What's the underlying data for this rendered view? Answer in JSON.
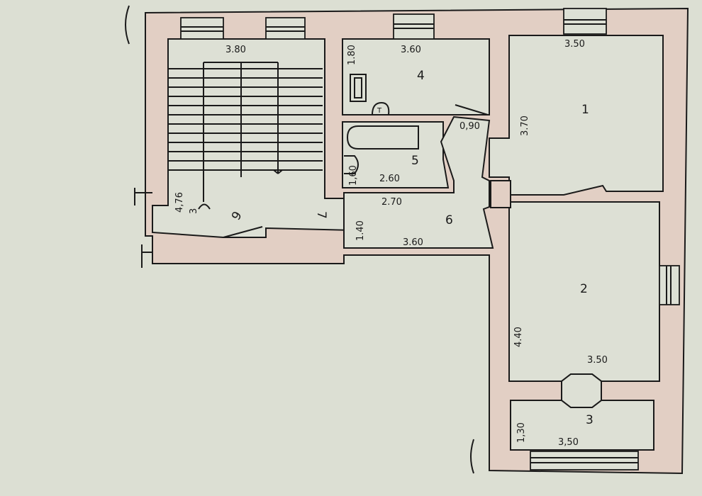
{
  "plan": {
    "dimensions": {
      "stair_width": "3.80",
      "room4_width": "3.60",
      "room4_depth": "1.80",
      "room1_width": "3.50",
      "room1_depth": "3.70",
      "door_width": "0,90",
      "bath_width": "2.60",
      "bath_depth": "1,60",
      "corridor_top": "2.70",
      "corridor_depth": "1.40",
      "corridor_bottom": "3.60",
      "hall_depth": "4,76",
      "room2_depth": "4.40",
      "room2_width": "3.50",
      "room3_depth": "1,30",
      "room3_width": "3,50"
    },
    "rooms": {
      "r1": "1",
      "r2": "2",
      "r3": "3",
      "r4": "4",
      "r5": "5",
      "r6": "6",
      "r7": "7",
      "r9": "9",
      "hall_num": "3"
    },
    "fixture_label": "T"
  }
}
